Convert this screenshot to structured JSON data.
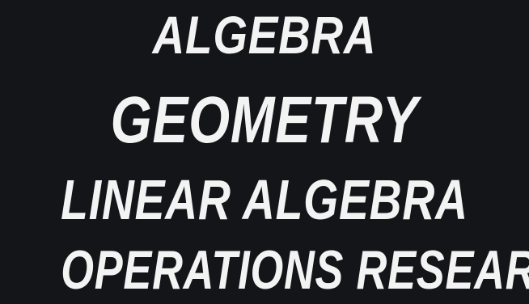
{
  "lines": [
    "ALGEBRA",
    "GEOMETRY",
    "LINEAR ALGEBRA",
    "OPERATIONS RESEARCH"
  ],
  "colors": {
    "background": "#141519",
    "text": "#f3f3f3"
  }
}
